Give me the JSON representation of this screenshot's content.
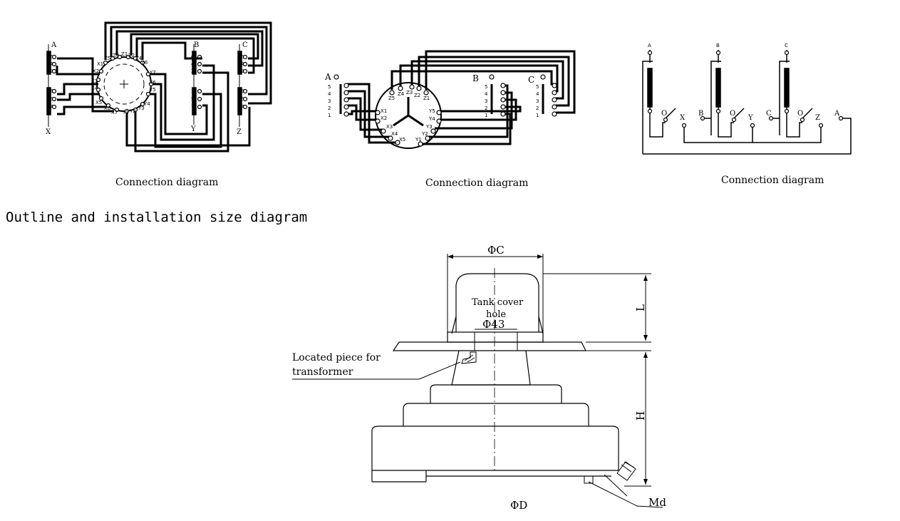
{
  "diagram1": {
    "caption": "Connection diagram",
    "terminals": [
      "A",
      "B",
      "C",
      "X",
      "Y",
      "Z"
    ],
    "tap_numbers": [
      "6",
      "4",
      "2",
      "3",
      "5",
      "7"
    ],
    "ring_labels": [
      "Z5",
      "Z3",
      "Z1",
      "Z2",
      "Z4",
      "Z6",
      "Y7",
      "Y6",
      "Y5",
      "Y4",
      "Y3",
      "Y2",
      "Y1",
      "X7",
      "X6",
      "X5",
      "X4",
      "X3",
      "X2",
      "X1"
    ]
  },
  "diagram2": {
    "caption": "Connection diagram",
    "terminals": [
      "A",
      "B",
      "C"
    ],
    "tap_numbers": [
      "5",
      "4",
      "3",
      "2",
      "1"
    ],
    "ring_labels": [
      "Z5",
      "Z4",
      "Z3",
      "Z2",
      "Z1",
      "X1",
      "X2",
      "X3",
      "X4",
      "X5",
      "Y1",
      "Y2",
      "Y3",
      "Y4",
      "Y5"
    ]
  },
  "diagram3": {
    "caption": "Connection diagram",
    "terminals": [
      "A",
      "B",
      "C"
    ],
    "switch_labels": [
      "O",
      "X",
      "B",
      "O",
      "Y",
      "C",
      "O",
      "Z",
      "A"
    ]
  },
  "outline": {
    "title": "Outline and installation size diagram",
    "dim_c": "ΦC",
    "dim_l": "L",
    "dim_h": "H",
    "dim_d": "ΦD",
    "dim_43": "Φ43",
    "dim_md": "Md",
    "tank_cover_line1": "Tank cover",
    "tank_cover_line2": "hole",
    "located_line1": "Located  piece for",
    "located_line2": "transformer"
  }
}
